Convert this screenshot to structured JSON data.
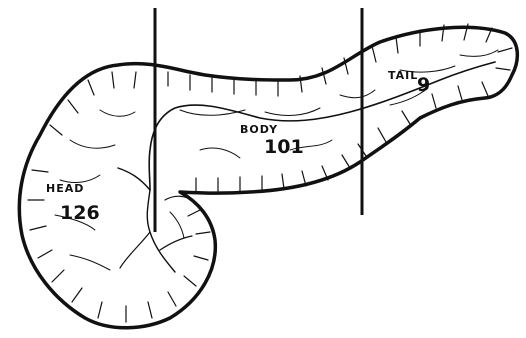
{
  "regions": [
    {
      "name": "HEAD",
      "count": "126"
    },
    {
      "name": "BODY",
      "count": "101"
    },
    {
      "name": "TAIL",
      "count": "9"
    }
  ],
  "colors": {
    "outline": "#111111",
    "fill": "#ffffff"
  }
}
